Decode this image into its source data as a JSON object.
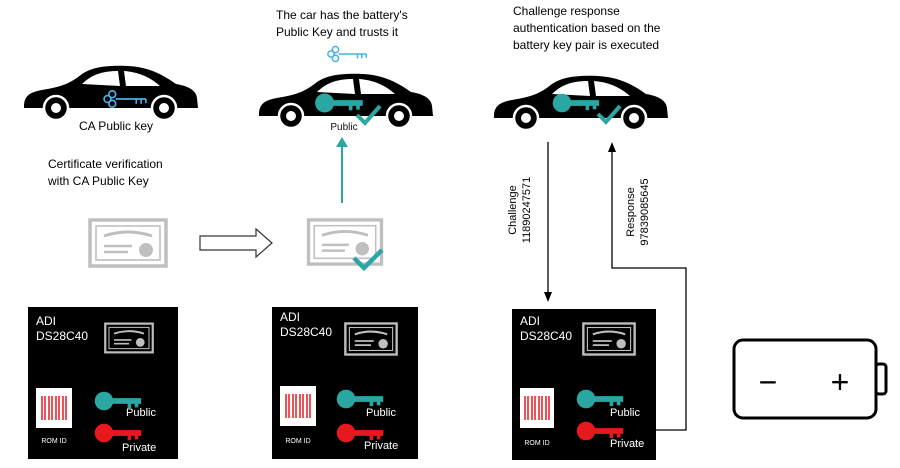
{
  "colors": {
    "teal": "#2AA7A2",
    "red": "#E8191E",
    "light_blue": "#4AB1E5",
    "gray": "#BFBFBF",
    "black": "#000000"
  },
  "labels": {
    "ca_public_key": "CA Public key",
    "cert_verification_line1": "Certificate verification",
    "cert_verification_line2": "with CA Public Key",
    "car_has_key_line1": "The car has the battery's",
    "car_has_key_line2": "Public Key and trusts it",
    "challenge_line1": "Challenge response",
    "challenge_line2": "authentication based on the",
    "challenge_line3": "battery key pair is executed",
    "public_on_car": "Public"
  },
  "challenge": {
    "label": "Challenge",
    "value": "11890247571"
  },
  "response": {
    "label": "Response",
    "value": "97839085645"
  },
  "chip": {
    "vendor": "ADI",
    "part": "DS28C40",
    "rom_id": "ROM ID",
    "public": "Public",
    "private": "Private"
  },
  "battery": {
    "minus": "−",
    "plus": "+"
  }
}
